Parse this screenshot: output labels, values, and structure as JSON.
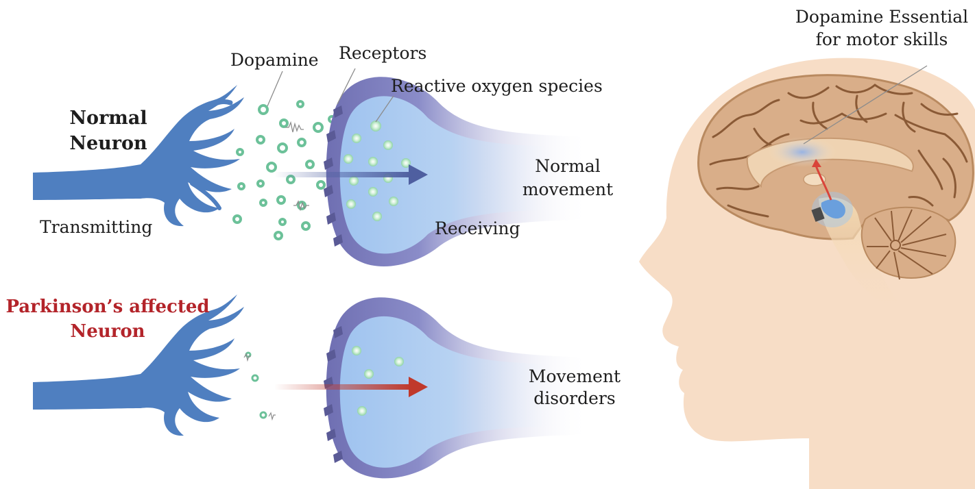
{
  "normal": {
    "title_line1": "Normal",
    "title_line2": "Neuron",
    "transmitting": "Transmitting",
    "dopamine": "Dopamine",
    "receptors": "Receptors",
    "ros": "Reactive oxygen species",
    "receiving": "Receiving",
    "outcome_line1": "Normal",
    "outcome_line2": "movement"
  },
  "parkinsons": {
    "title_line1": "Parkinson’s affected",
    "title_line2": "Neuron",
    "outcome_line1": "Movement",
    "outcome_line2": "disorders"
  },
  "brain": {
    "callout_line1": "Dopamine Essential",
    "callout_line2": "for motor skills"
  },
  "colors": {
    "neuron_blue": "#4f7fc0",
    "receptor_purple": "#6f6fb2",
    "normal_arrow": "#4f5fa0",
    "disorder_arrow": "#c0392b",
    "title_red": "#b3242a",
    "skin": "#f7ddc6",
    "brain_tan": "#d9ae89",
    "vesicle_green": "#7ecb9a"
  }
}
